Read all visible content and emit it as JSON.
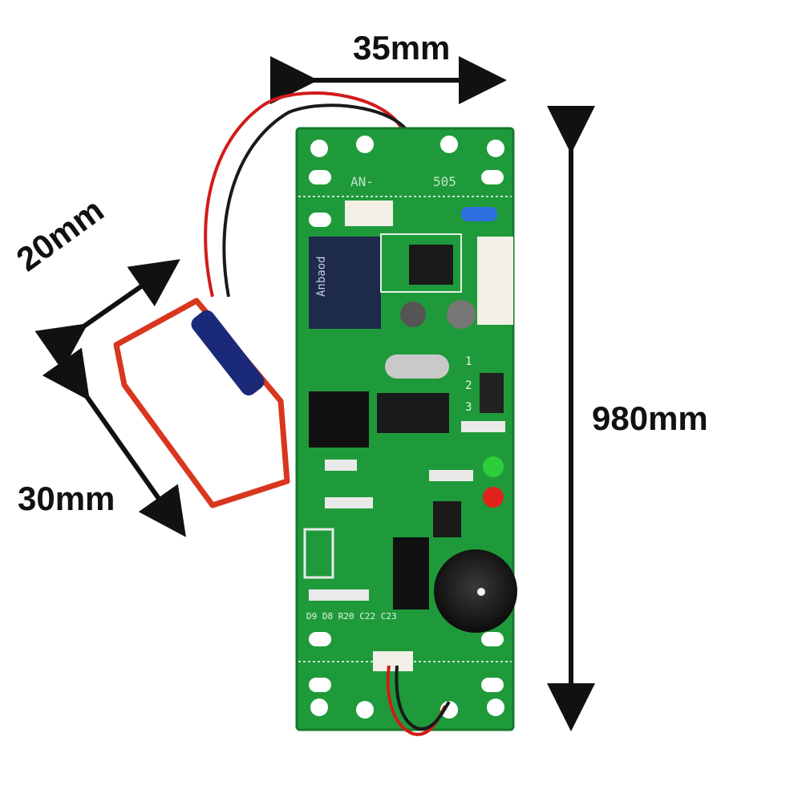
{
  "dimensions": {
    "width_label": "35mm",
    "length_label": "980mm",
    "coil_height_label": "30mm",
    "coil_width_label": "20mm"
  },
  "board": {
    "silkscreen_left": "AN-",
    "silkscreen_right": "505",
    "relay_text": "Anbaod",
    "jumper_labels": [
      "1",
      "2",
      "3"
    ],
    "bottom_labels": [
      "D9",
      "D8",
      "R20",
      "C22",
      "C23"
    ],
    "colors": {
      "pcb": "#1f9a3a",
      "pcb_edge": "#167a2c",
      "relay": "#1e2a4a",
      "coil": "#d9361f",
      "led_green": "#2ccf3a",
      "led_red": "#e1231b"
    }
  }
}
